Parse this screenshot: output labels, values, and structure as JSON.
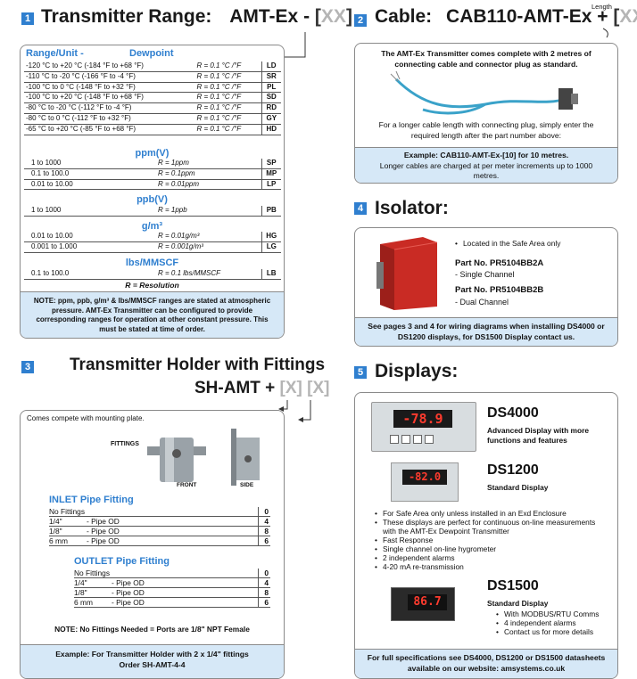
{
  "s1": {
    "num": "1",
    "title": "Transmitter Range:",
    "model": "AMT-Ex -",
    "lb": "[",
    "xx": "XX",
    "rb": "]",
    "head_left": "Range/Unit -",
    "head_right": "Dewpoint",
    "dew_rows": [
      [
        "-120 °C  to  +20 °C  (-184 °F  to  +68 °F)",
        "R = 0.1 °C /°F",
        "LD"
      ],
      [
        "-110 °C  to  -20 °C  (-166 °F  to    -4 °F)",
        "R = 0.1 °C /°F",
        "SR"
      ],
      [
        "-100 °C  to      0 °C  (-148 °F  to  +32 °F)",
        "R = 0.1 °C /°F",
        "PL"
      ],
      [
        "-100 °C  to  +20 °C  (-148 °F  to  +68 °F)",
        "R = 0.1 °C /°F",
        "SD"
      ],
      [
        "-80 °C   to  -20 °C  (-112 °F  to    -4 °F)",
        "R = 0.1 °C /°F",
        "RD"
      ],
      [
        "-80 °C   to      0 °C  (-112 °F  to  +32 °F)",
        "R = 0.1 °C /°F",
        "GY"
      ],
      [
        "-65 °C   to  +20 °C  (-85 °F   to  +68 °F)",
        "R = 0.1 °C /°F",
        "HD"
      ]
    ],
    "ppmv_head": "ppm(V)",
    "ppmv_rows": [
      [
        "1  to  1000",
        "R = 1ppm",
        "SP"
      ],
      [
        "0.1  to  100.0",
        "R = 0.1ppm",
        "MP"
      ],
      [
        "0.01  to  10.00",
        "R = 0.01ppm",
        "LP"
      ]
    ],
    "ppbv_head": "ppb(V)",
    "ppbv_rows": [
      [
        "1  to  1000",
        "R = 1ppb",
        "PB"
      ]
    ],
    "gm3_head": "g/m³",
    "gm3_rows": [
      [
        "0.01  to  10.00",
        "R = 0.01g/m³",
        "HG"
      ],
      [
        "0.001  to  1.000",
        "R = 0.001g/m³",
        "LG"
      ]
    ],
    "lbs_head": "lbs/MMSCF",
    "lbs_rows": [
      [
        "0.1  to  100.0",
        "R = 0.1 lbs/MMSCF",
        "LB"
      ]
    ],
    "resolution": "R = Resolution",
    "note": "NOTE: ppm, ppb, g/m³ & lbs/MMSCF ranges are stated at atmospheric pressure.  AMT-Ex Transmitter can be configured to provide corresponding ranges for operation at other constant pressure. This must be stated at time of order."
  },
  "s2": {
    "num": "2",
    "title": "Cable:",
    "model": "CAB110-AMT-Ex +",
    "lb": "[",
    "xx": "XX",
    "rb": "]",
    "length_label": "Length",
    "intro": "The AMT-Ex Transmitter comes complete with 2 metres of connecting cable and connector plug as standard.",
    "body": "For a longer cable length with connecting plug, simply enter the required length after the part number above:",
    "example": "Example: CAB110-AMT-Ex-[10] for 10 metres.",
    "foot": "Longer cables are charged at per meter increments up to 1000 metres."
  },
  "s4": {
    "num": "4",
    "title": "Isolator:",
    "bullet": "Located in the Safe Area only",
    "part1": "Part No. PR5104BB2A",
    "ch1": "- Single Channel",
    "part2": "Part No. PR5104BB2B",
    "ch2": "- Dual Channel",
    "foot": "See pages 3 and 4 for wiring diagrams when installing DS4000 or DS1200 displays, for DS1500 Display contact us."
  },
  "s3": {
    "num": "3",
    "title": "Transmitter Holder with Fittings",
    "model": "SH-AMT +",
    "x1": "[X]",
    "x2": "[X]",
    "mount": "Comes compete with mounting plate.",
    "fittings": "FITTINGS",
    "front": "FRONT",
    "side": "SIDE",
    "inlet_head": "INLET Pipe Fitting",
    "inlet_rows": [
      [
        "No Fittings",
        "",
        "0"
      ],
      [
        "1/4\"",
        "- Pipe OD",
        "4"
      ],
      [
        "1/8\"",
        "- Pipe OD",
        "8"
      ],
      [
        "6 mm",
        "- Pipe OD",
        "6"
      ]
    ],
    "outlet_head": "OUTLET Pipe Fitting",
    "outlet_rows": [
      [
        "No Fittings",
        "",
        "0"
      ],
      [
        "1/4\"",
        "- Pipe OD",
        "4"
      ],
      [
        "1/8\"",
        "- Pipe OD",
        "8"
      ],
      [
        "6 mm",
        "- Pipe OD",
        "6"
      ]
    ],
    "note": "NOTE: No Fittings Needed = Ports are 1/8\" NPT Female",
    "foot": "Example:  For Transmitter Holder with 2 x 1/4\" fittings Order SH-AMT-4-4"
  },
  "s5": {
    "num": "5",
    "title": "Displays:",
    "ds4000": "DS4000",
    "ds4000_sub": "Advanced Display with more functions and features",
    "ds4000_read": "-78.9",
    "ds1200": "DS1200",
    "ds1200_sub": "Standard Display",
    "ds1200_read": "-82.0",
    "bullets": [
      "For Safe Area only unless installed in an Exd Enclosure",
      "These displays are perfect for continuous on-line measurements with the AMT-Ex Dewpoint Transmitter",
      "Fast Response",
      "Single channel on-line hygrometer",
      "2 independent alarms",
      "4-20 mA re-transmission"
    ],
    "ds1500": "DS1500",
    "ds1500_sub": "Standard Display",
    "ds1500_read": "86.7",
    "ds1500_bullets": [
      "With MODBUS/RTU Comms",
      "4 independent alarms",
      "Contact us for more details"
    ],
    "foot": "For full specifications see DS4000, DS1200 or DS1500 datasheets available on our website: amsystems.co.uk"
  }
}
